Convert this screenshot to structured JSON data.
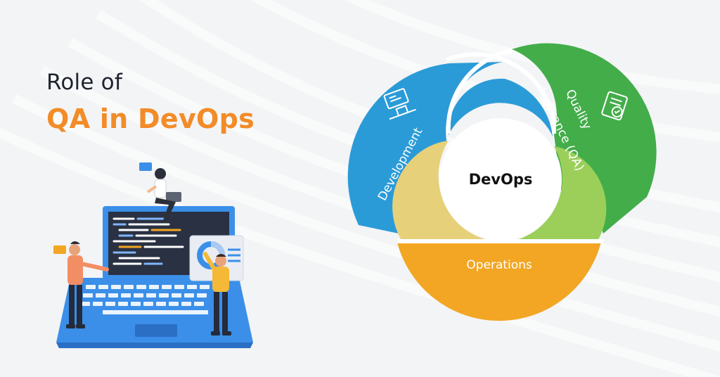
{
  "title": {
    "line1": "Role of",
    "line2": "QA in DevOps"
  },
  "diagram": {
    "center": "DevOps",
    "segments": [
      {
        "label": "Development",
        "color": "#2b9bd8",
        "icon": "developer-desk-icon"
      },
      {
        "label_line1": "Quality",
        "label_line2": "Assurance (QA)",
        "color": "#43ad4a",
        "icon": "qa-checklist-icon"
      },
      {
        "label": "Operations",
        "color": "#f2a623"
      }
    ],
    "inner_colors": {
      "top": "#2b9bd8",
      "left": "#e6d07a",
      "right": "#9bcf5a"
    }
  },
  "colors": {
    "accent": "#f28c28",
    "background": "#f3f4f6"
  }
}
